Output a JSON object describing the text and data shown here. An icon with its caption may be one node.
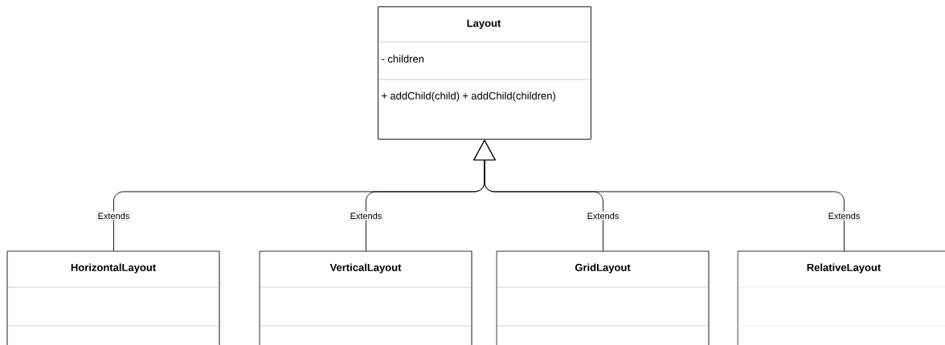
{
  "diagram": {
    "nodes": [
      {
        "text": [
          "Layout",
          "- children",
          "+ addChild(child) + addChild(children)"
        ]
      },
      {
        "text": [
          "HorizontalLayout"
        ]
      },
      {
        "text": [
          "VerticalLayout"
        ]
      },
      {
        "text": [
          "GridLayout"
        ]
      },
      {
        "text": [
          "RelativeLayout"
        ]
      }
    ],
    "edges": [
      {
        "from": 1,
        "to": 0,
        "arrow": "to",
        "label": "Extends"
      },
      {
        "from": 2,
        "to": 0,
        "arrow": "to",
        "label": "Extends"
      },
      {
        "from": 3,
        "to": 0,
        "arrow": "to",
        "label": "Extends"
      },
      {
        "from": 4,
        "to": 0,
        "arrow": "to",
        "label": "Extends"
      }
    ]
  }
}
